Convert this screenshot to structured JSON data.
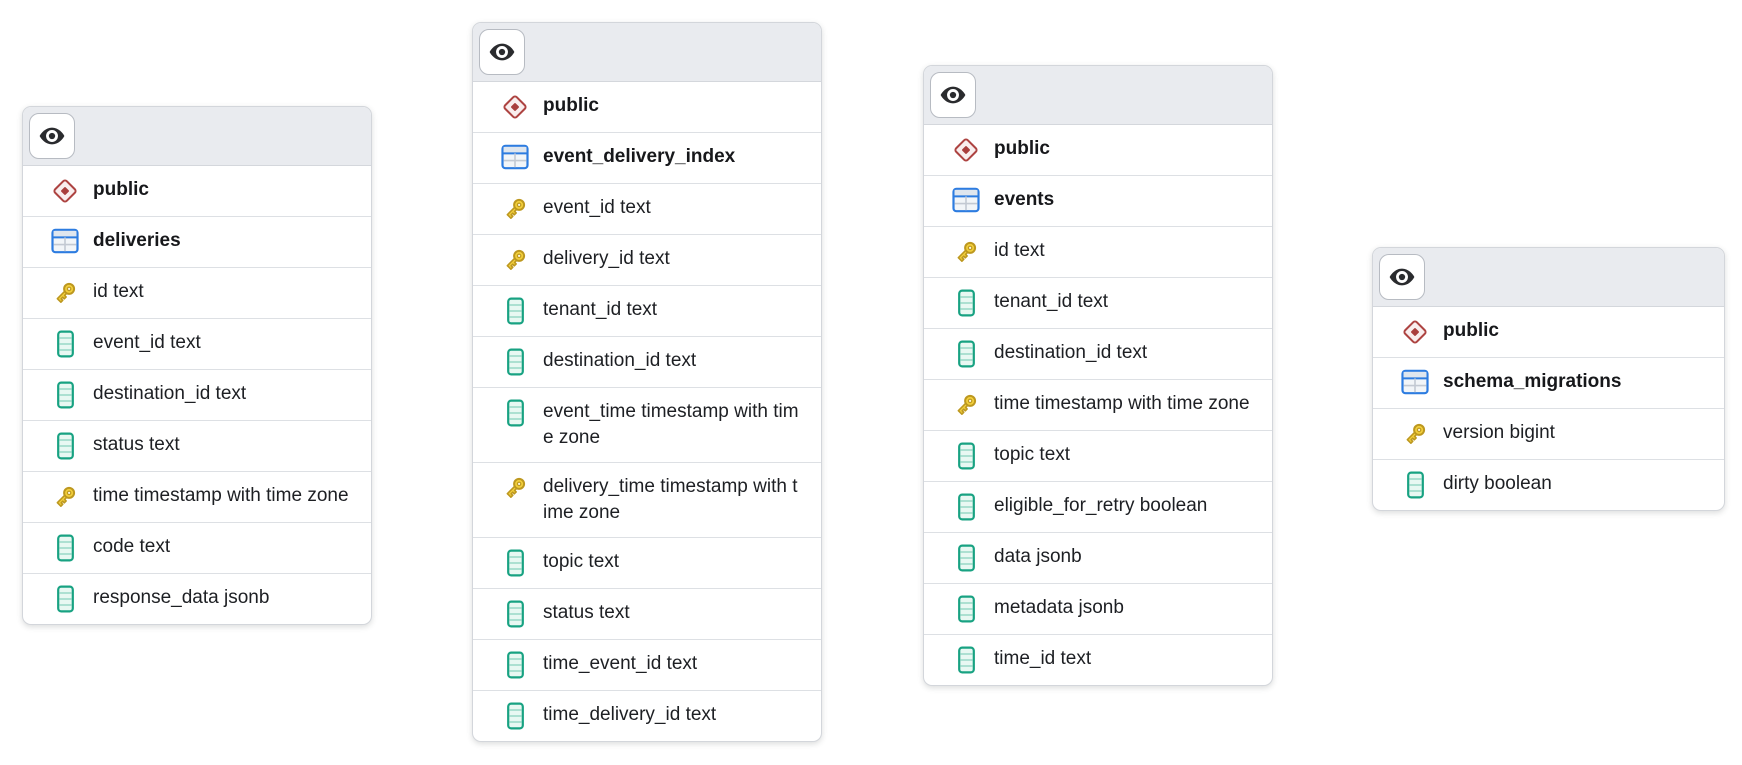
{
  "diagram": {
    "kind": "database-schema-visualizer",
    "visibility_button_tooltip": ""
  },
  "colors": {
    "header_bg": "#e9ebef",
    "card_border": "#d3d6db",
    "divider": "#dde0e4",
    "schema_icon_red": "#ad4341",
    "table_icon_blue": "#2d7ce0",
    "primary_key_gold": "#f2cf3c",
    "column_icon_teal": "#18a282",
    "eye_icon_dark": "#2a2b2e"
  },
  "icon_names": [
    "eye-icon",
    "schema-diamond-icon",
    "table-grid-icon",
    "primary-key-icon",
    "column-icon"
  ],
  "tables": [
    {
      "schema": "public",
      "name": "deliveries",
      "columns": [
        {
          "name": "id",
          "type": "text",
          "primary_key": true
        },
        {
          "name": "event_id",
          "type": "text",
          "primary_key": false
        },
        {
          "name": "destination_id",
          "type": "text",
          "primary_key": false
        },
        {
          "name": "status",
          "type": "text",
          "primary_key": false
        },
        {
          "name": "time",
          "type": "timestamp with time zone",
          "primary_key": true
        },
        {
          "name": "code",
          "type": "text",
          "primary_key": false
        },
        {
          "name": "response_data",
          "type": "jsonb",
          "primary_key": false
        }
      ]
    },
    {
      "schema": "public",
      "name": "event_delivery_index",
      "columns": [
        {
          "name": "event_id",
          "type": "text",
          "primary_key": true
        },
        {
          "name": "delivery_id",
          "type": "text",
          "primary_key": true
        },
        {
          "name": "tenant_id",
          "type": "text",
          "primary_key": false
        },
        {
          "name": "destination_id",
          "type": "text",
          "primary_key": false
        },
        {
          "name": "event_time",
          "type": "timestamp with time zone",
          "primary_key": false
        },
        {
          "name": "delivery_time",
          "type": "timestamp with time zone",
          "primary_key": true
        },
        {
          "name": "topic",
          "type": "text",
          "primary_key": false
        },
        {
          "name": "status",
          "type": "text",
          "primary_key": false
        },
        {
          "name": "time_event_id",
          "type": "text",
          "primary_key": false
        },
        {
          "name": "time_delivery_id",
          "type": "text",
          "primary_key": false
        }
      ]
    },
    {
      "schema": "public",
      "name": "events",
      "columns": [
        {
          "name": "id",
          "type": "text",
          "primary_key": true
        },
        {
          "name": "tenant_id",
          "type": "text",
          "primary_key": false
        },
        {
          "name": "destination_id",
          "type": "text",
          "primary_key": false
        },
        {
          "name": "time",
          "type": "timestamp with time zone",
          "primary_key": true
        },
        {
          "name": "topic",
          "type": "text",
          "primary_key": false
        },
        {
          "name": "eligible_for_retry",
          "type": "boolean",
          "primary_key": false
        },
        {
          "name": "data",
          "type": "jsonb",
          "primary_key": false
        },
        {
          "name": "metadata",
          "type": "jsonb",
          "primary_key": false
        },
        {
          "name": "time_id",
          "type": "text",
          "primary_key": false
        }
      ]
    },
    {
      "schema": "public",
      "name": "schema_migrations",
      "columns": [
        {
          "name": "version",
          "type": "bigint",
          "primary_key": true
        },
        {
          "name": "dirty",
          "type": "boolean",
          "primary_key": false
        }
      ]
    }
  ]
}
